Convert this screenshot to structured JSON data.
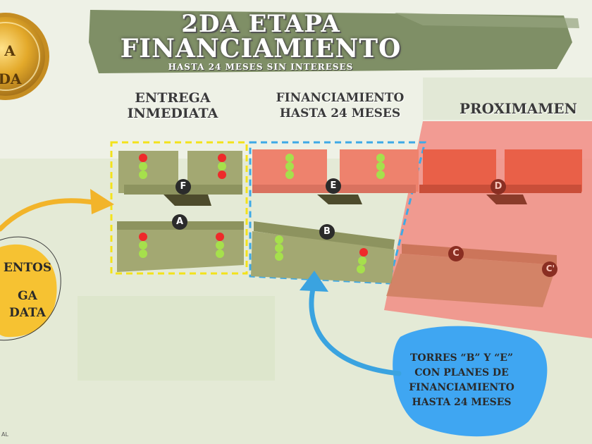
{
  "banner": {
    "title_line1": "2DA ETAPA",
    "title_line2": "FINANCIAMIENTO",
    "subtitle": "HASTA 24 MESES SIN INTERESES"
  },
  "badge": {
    "text_line1": "A",
    "text_line2": "DA"
  },
  "zones": {
    "entrega_line1": "ENTREGA",
    "entrega_line2": "INMEDIATA",
    "financ_line1": "FINANCIAMIENTO",
    "financ_line2": "HASTA 24 MESES",
    "proximamente": "PROXIMAMEN"
  },
  "towers": {
    "a": "A",
    "b": "B",
    "c": "C",
    "c2": "C'",
    "d": "D",
    "e": "E",
    "f": "F"
  },
  "left_note": {
    "line1": "ENTOS",
    "line2": "GA",
    "line3": "DATA"
  },
  "right_note": {
    "line1": "TORRES “B” Y “E”",
    "line2": "CON PLANES DE",
    "line3": "FINANCIAMIENTO",
    "line4": "HASTA 24 MESES"
  },
  "footer_mark": "AL",
  "colors": {
    "banner": "#7f8f66",
    "tower_green": "#a3a872",
    "tower_salmon": "#ee826d",
    "tower_red": "#e96048",
    "zone_red": "#f28c84",
    "yellow_border": "#f3e21a",
    "blue_border": "#3ea9e6",
    "gold": "#e9b52c",
    "arrow_yellow": "#f2b42a",
    "arrow_blue": "#3aa3e0",
    "dot_red": "#ee2a2a",
    "dot_green": "#a6e04c"
  }
}
